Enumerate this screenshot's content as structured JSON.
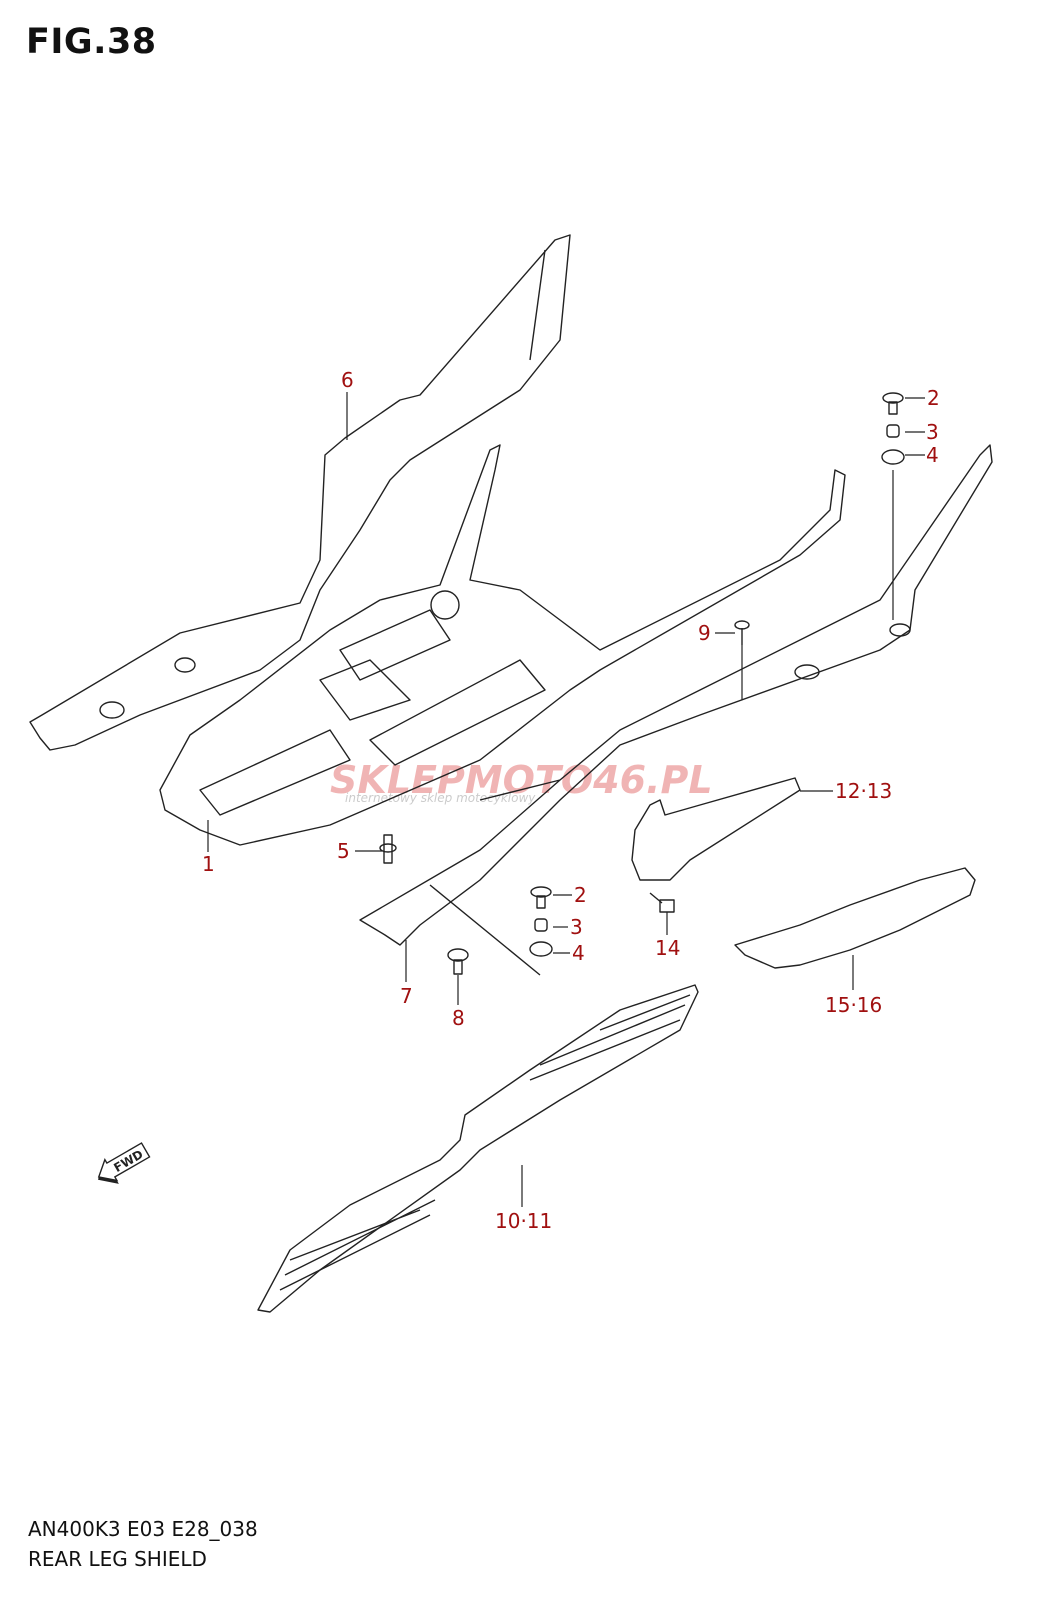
{
  "figure": {
    "title": "FIG.38"
  },
  "footer": {
    "model_code": "AN400K3 E03 E28_038",
    "section_name": "REAR LEG SHIELD"
  },
  "watermark": {
    "text": "SKLEPMOTO46.PL",
    "subtext": "internetowy sklep motocyklowy"
  },
  "fwd_arrow": {
    "label": "FWD"
  },
  "callouts": [
    {
      "id": "1",
      "label": "1"
    },
    {
      "id": "2a",
      "label": "2"
    },
    {
      "id": "3a",
      "label": "3"
    },
    {
      "id": "4a",
      "label": "4"
    },
    {
      "id": "5",
      "label": "5"
    },
    {
      "id": "6",
      "label": "6"
    },
    {
      "id": "7",
      "label": "7"
    },
    {
      "id": "8",
      "label": "8"
    },
    {
      "id": "9",
      "label": "9"
    },
    {
      "id": "10-11",
      "label": "10·11"
    },
    {
      "id": "12-13",
      "label": "12·13"
    },
    {
      "id": "14",
      "label": "14"
    },
    {
      "id": "15-16",
      "label": "15·16"
    },
    {
      "id": "2b",
      "label": "2"
    },
    {
      "id": "3b",
      "label": "3"
    },
    {
      "id": "4b",
      "label": "4"
    }
  ],
  "colors": {
    "callout": "#a01010",
    "line": "#222222",
    "watermark": "#e05a5a"
  }
}
